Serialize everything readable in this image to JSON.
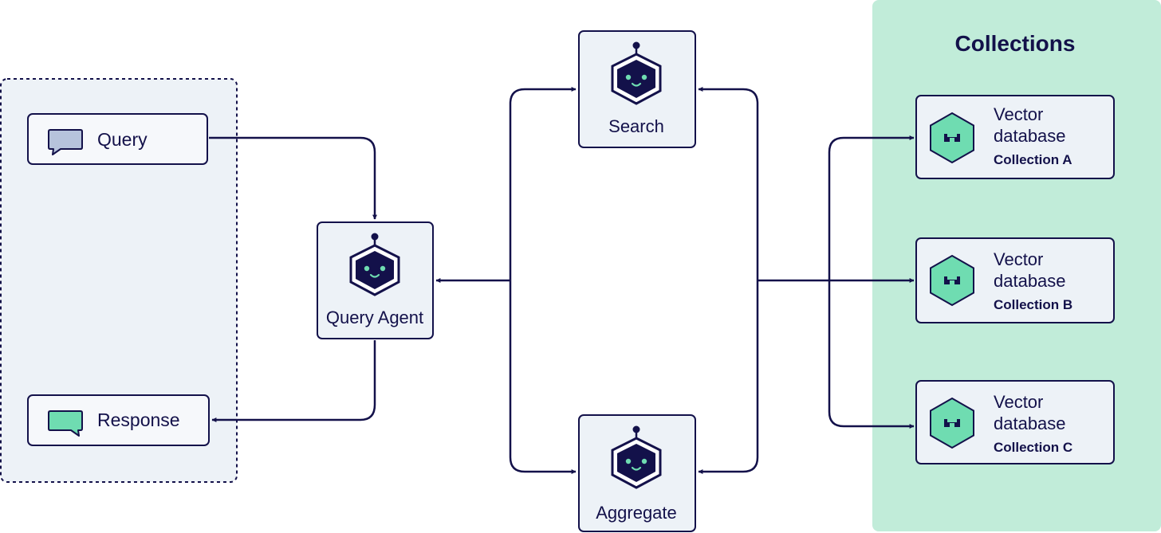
{
  "colors": {
    "ink": "#13114a",
    "client_panel_bg": "#edf2f7",
    "collections_panel_bg": "#c1ecd9",
    "node_bg": "#edf2f7",
    "query_bubble": "#b6c3dc",
    "response_bubble": "#6fdcb1",
    "weaviate_hex": "#6fdcb1"
  },
  "client": {
    "query_label": "Query",
    "response_label": "Response"
  },
  "agent": {
    "label": "Query Agent",
    "icon": "robot-hexagon-icon"
  },
  "tools": {
    "search_label": "Search",
    "aggregate_label": "Aggregate",
    "icon": "robot-hexagon-icon"
  },
  "collections": {
    "title": "Collections",
    "icon": "weaviate-hexagon-icon",
    "items": [
      {
        "line1": "Vector",
        "line2": "database",
        "name": "Collection A"
      },
      {
        "line1": "Vector",
        "line2": "database",
        "name": "Collection B"
      },
      {
        "line1": "Vector",
        "line2": "database",
        "name": "Collection C"
      }
    ]
  }
}
